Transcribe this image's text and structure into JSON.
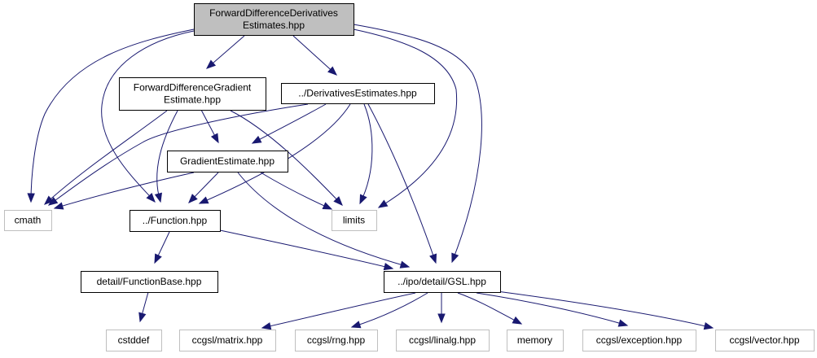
{
  "diagram": {
    "type": "include-dependency-graph",
    "colors": {
      "edge": "#191970",
      "root_fill": "#bfbfbf",
      "root_border": "#000000",
      "documented_fill": "#ffffff",
      "documented_border": "#000000",
      "external_fill": "#ffffff",
      "external_border": "#bfbfbf"
    },
    "nodes": [
      {
        "id": "root",
        "kind": "root",
        "lines": [
          "ForwardDifferenceDerivatives",
          "Estimates.hpp"
        ]
      },
      {
        "id": "fdge",
        "kind": "documented",
        "lines": [
          "ForwardDifferenceGradient",
          "Estimate.hpp"
        ]
      },
      {
        "id": "de",
        "kind": "documented",
        "lines": [
          "../DerivativesEstimates.hpp"
        ]
      },
      {
        "id": "ge",
        "kind": "documented",
        "lines": [
          "GradientEstimate.hpp"
        ]
      },
      {
        "id": "cmath",
        "kind": "external",
        "lines": [
          "cmath"
        ]
      },
      {
        "id": "func",
        "kind": "documented",
        "lines": [
          "../Function.hpp"
        ]
      },
      {
        "id": "limits",
        "kind": "external",
        "lines": [
          "limits"
        ]
      },
      {
        "id": "fb",
        "kind": "documented",
        "lines": [
          "detail/FunctionBase.hpp"
        ]
      },
      {
        "id": "gsl",
        "kind": "documented",
        "lines": [
          "../ipo/detail/GSL.hpp"
        ]
      },
      {
        "id": "cstddef",
        "kind": "external",
        "lines": [
          "cstddef"
        ]
      },
      {
        "id": "matrix",
        "kind": "external",
        "lines": [
          "ccgsl/matrix.hpp"
        ]
      },
      {
        "id": "rng",
        "kind": "external",
        "lines": [
          "ccgsl/rng.hpp"
        ]
      },
      {
        "id": "linalg",
        "kind": "external",
        "lines": [
          "ccgsl/linalg.hpp"
        ]
      },
      {
        "id": "memory",
        "kind": "external",
        "lines": [
          "memory"
        ]
      },
      {
        "id": "exception",
        "kind": "external",
        "lines": [
          "ccgsl/exception.hpp"
        ]
      },
      {
        "id": "vector",
        "kind": "external",
        "lines": [
          "ccgsl/vector.hpp"
        ]
      }
    ],
    "edges": [
      {
        "from": "root",
        "to": "fdge"
      },
      {
        "from": "root",
        "to": "de"
      },
      {
        "from": "root",
        "to": "cmath"
      },
      {
        "from": "root",
        "to": "func"
      },
      {
        "from": "root",
        "to": "limits"
      },
      {
        "from": "root",
        "to": "gsl"
      },
      {
        "from": "fdge",
        "to": "ge"
      },
      {
        "from": "fdge",
        "to": "cmath"
      },
      {
        "from": "fdge",
        "to": "func"
      },
      {
        "from": "fdge",
        "to": "limits"
      },
      {
        "from": "de",
        "to": "ge"
      },
      {
        "from": "de",
        "to": "cmath"
      },
      {
        "from": "de",
        "to": "func"
      },
      {
        "from": "de",
        "to": "limits"
      },
      {
        "from": "de",
        "to": "gsl"
      },
      {
        "from": "ge",
        "to": "cmath"
      },
      {
        "from": "ge",
        "to": "func"
      },
      {
        "from": "ge",
        "to": "limits"
      },
      {
        "from": "ge",
        "to": "gsl"
      },
      {
        "from": "func",
        "to": "fb"
      },
      {
        "from": "func",
        "to": "gsl"
      },
      {
        "from": "fb",
        "to": "cstddef"
      },
      {
        "from": "gsl",
        "to": "matrix"
      },
      {
        "from": "gsl",
        "to": "rng"
      },
      {
        "from": "gsl",
        "to": "linalg"
      },
      {
        "from": "gsl",
        "to": "memory"
      },
      {
        "from": "gsl",
        "to": "exception"
      },
      {
        "from": "gsl",
        "to": "vector"
      }
    ]
  }
}
